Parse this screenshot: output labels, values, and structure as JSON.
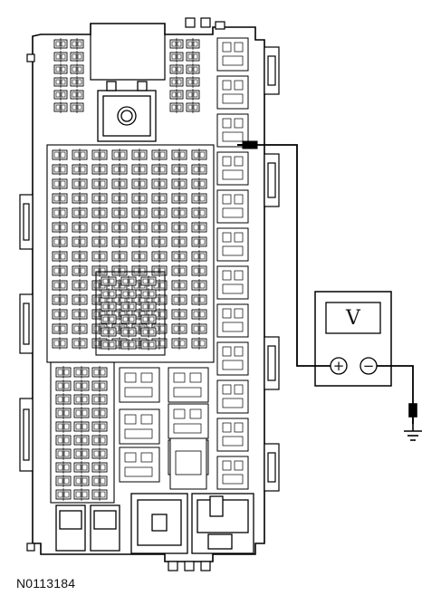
{
  "figure": {
    "id": "N0113184"
  },
  "voltmeter": {
    "display_symbol": "V",
    "positive_terminal": "+",
    "negative_terminal": "−"
  },
  "icons": [
    "fuse-box",
    "voltmeter",
    "ground-symbol",
    "test-probe"
  ]
}
